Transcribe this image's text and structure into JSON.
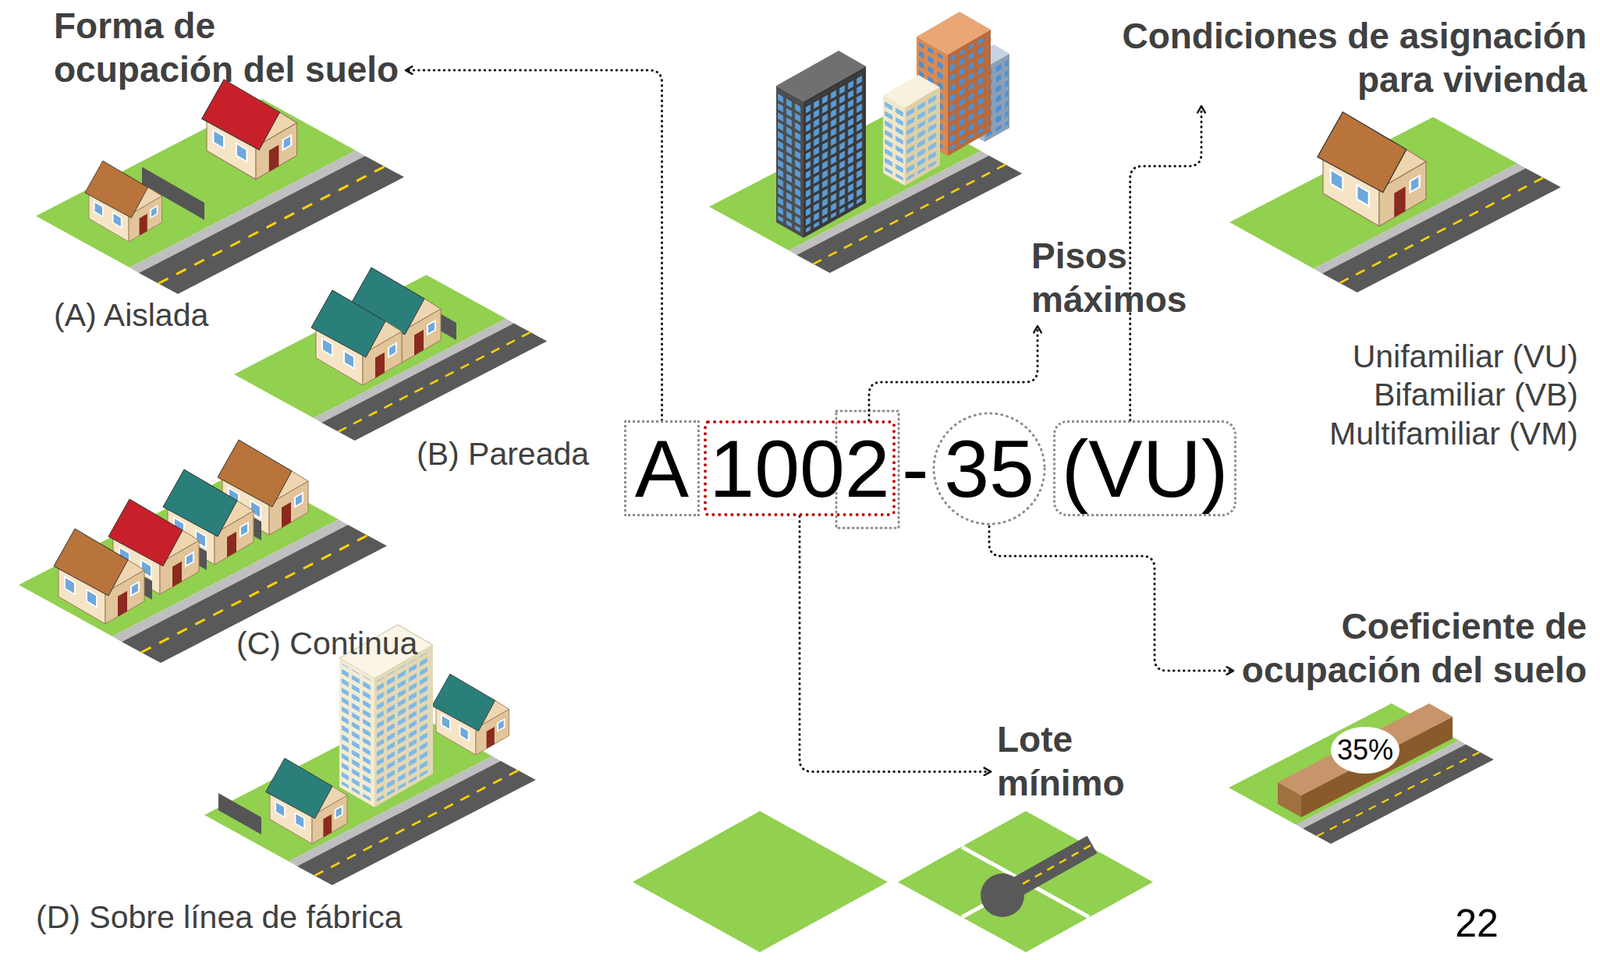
{
  "diagram": {
    "nodes": [
      {
        "text": [
          "Forma de ocupación del suelo"
        ]
      },
      {
        "text": [
          "Pisos máximos"
        ]
      },
      {
        "text": [
          "Condiciones de asignación para vivienda"
        ]
      },
      {
        "text": [
          "A"
        ]
      },
      {
        "text": [
          "1002"
        ]
      },
      {
        "text": [
          "35"
        ]
      },
      {
        "text": [
          "(VU)"
        ]
      },
      {
        "text": [
          "Coeficiente de ocupación del suelo"
        ]
      },
      {
        "text": [
          "Lote mínimo"
        ]
      }
    ],
    "edges": [
      {
        "from": 3,
        "to": 0,
        "arrow": "to"
      },
      {
        "from": 4,
        "to": 1,
        "arrow": "to"
      },
      {
        "from": 6,
        "to": 2,
        "arrow": "to"
      },
      {
        "from": 5,
        "to": 7,
        "arrow": "to"
      },
      {
        "from": 4,
        "to": 8,
        "arrow": "to"
      }
    ],
    "labels": [
      "(A) Aislada",
      "(B) Pareada",
      "(C) Continua",
      "(D) Sobre línea de fábrica",
      "-",
      "Unifamiliar (VU)",
      "Bifamiliar (VB)",
      "Multifamiliar (VM)",
      "35%",
      "22"
    ]
  }
}
